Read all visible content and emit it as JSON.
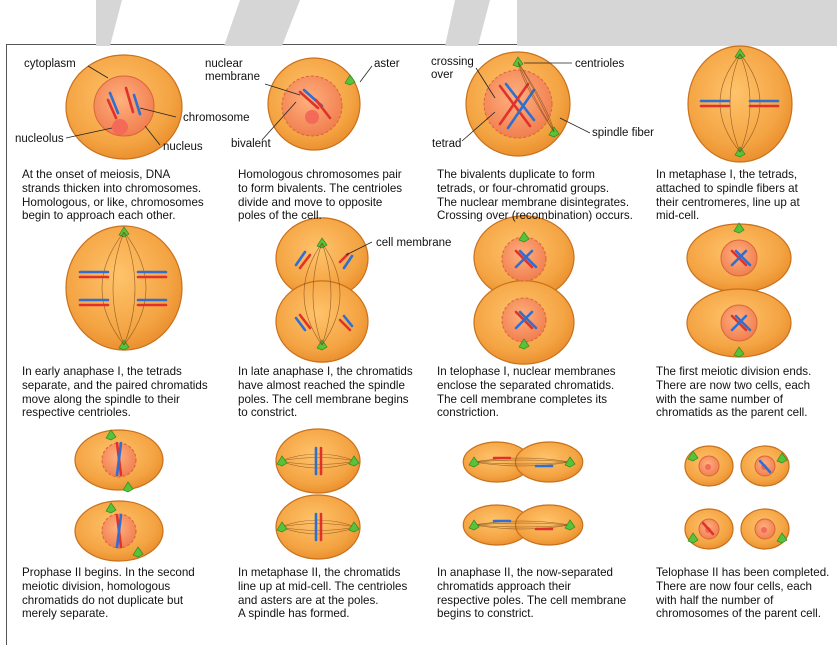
{
  "colors": {
    "cell_fill": "#f2a94a",
    "cell_edge": "#c9711b",
    "nucleus_fill": "#f58f5e",
    "red": "#e0322b",
    "blue": "#2f6fd1",
    "centriole": "#57c23a",
    "fiber": "#7a4a1a",
    "banner_grey": "#d6d6d6"
  },
  "labels": {
    "cytoplasm": "cytoplasm",
    "chromosome": "chromosome",
    "nucleolus": "nucleolus",
    "nucleus": "nucleus",
    "nuclear_membrane": "nuclear\nmembrane",
    "aster": "aster",
    "bivalent": "bivalent",
    "crossing_over": "crossing\nover",
    "centrioles": "centrioles",
    "tetrad": "tetrad",
    "spindle_fiber": "spindle fiber",
    "cell_membrane": "cell membrane"
  },
  "captions": [
    "At the onset of meiosis, DNA\nstrands thicken into chromosomes.\nHomologous, or like, chromosomes\nbegin to approach each other.",
    "Homologous chromosomes pair\nto form bivalents. The centrioles\ndivide and move to opposite\npoles of the cell.",
    "The bivalents duplicate to form\ntetrads, or four-chromatid groups.\nThe nuclear membrane disintegrates.\nCrossing over (recombination) occurs.",
    "In metaphase I, the tetrads,\nattached to spindle fibers at\ntheir centromeres, line up at\nmid-cell.",
    "In early anaphase I, the tetrads\nseparate, and the paired chromatids\nmove along the spindle to their\nrespective centrioles.",
    "In late anaphase I, the chromatids\nhave almost reached the spindle\npoles. The cell membrane begins\nto constrict.",
    "In telophase I, nuclear membranes\nenclose the separated chromatids.\nThe cell membrane completes its\nconstriction.",
    "The first meiotic division ends.\nThere are now two cells, each\nwith the same number of\nchromatids as the parent cell.",
    "Prophase II begins. In the second\nmeiotic division, homologous\nchromatids do not duplicate but\nmerely separate.",
    "In metaphase II, the chromatids\nline up at mid-cell. The centrioles\nand asters are at the poles.\nA spindle has formed.",
    "In anaphase II, the now-separated\nchromatids approach their\nrespective poles. The cell membrane\nbegins to constrict.",
    "Telophase II has been completed.\nThere are now four cells, each\nwith half the number of\nchromosomes of the parent cell."
  ]
}
